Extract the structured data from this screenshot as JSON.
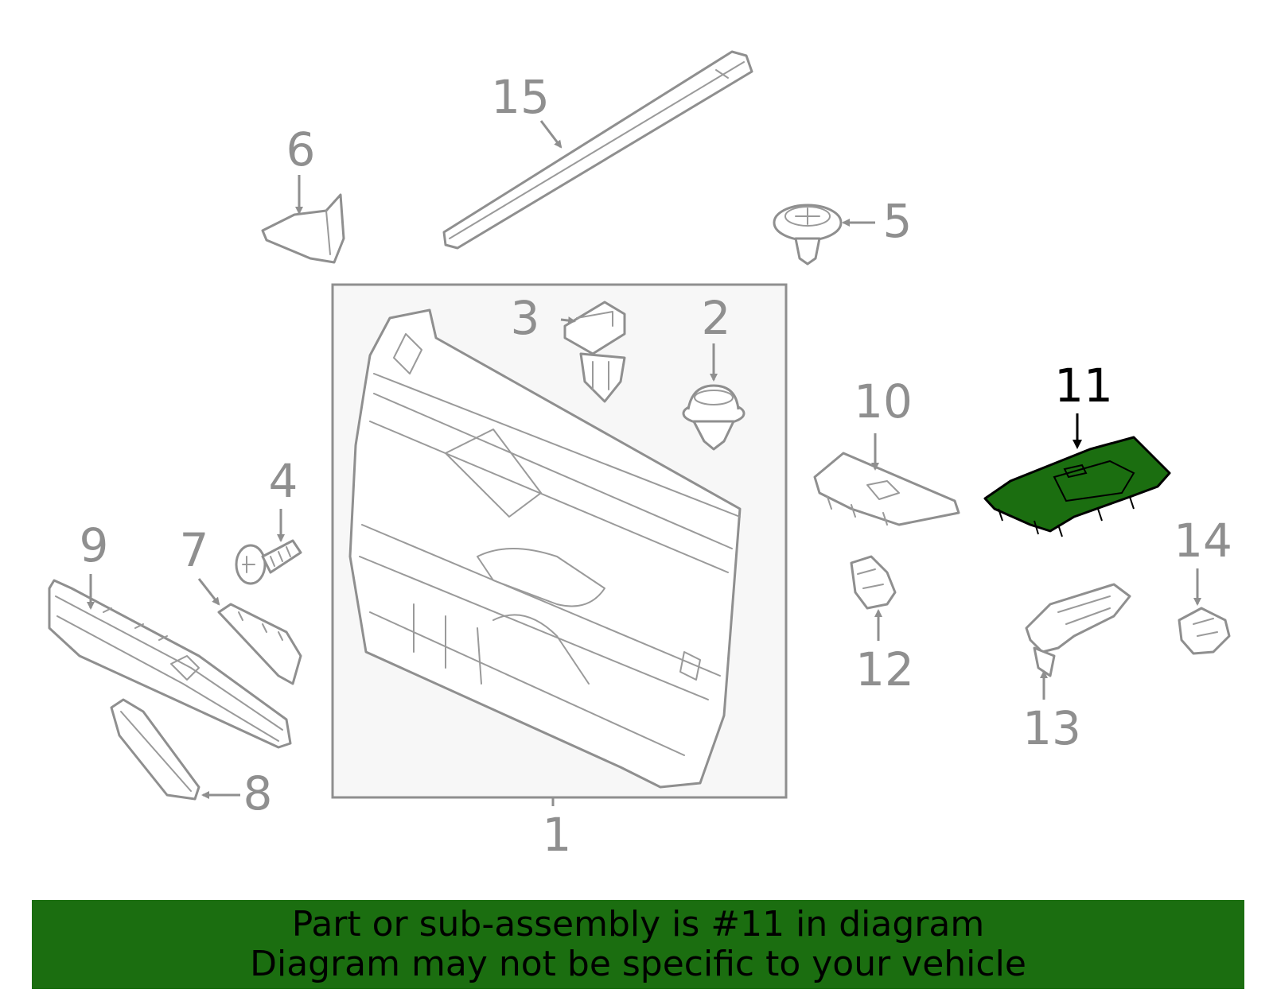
{
  "diagram": {
    "highlight_color": "#1b6e10",
    "callouts": {
      "c1": "1",
      "c2": "2",
      "c3": "3",
      "c4": "4",
      "c5": "5",
      "c6": "6",
      "c7": "7",
      "c8": "8",
      "c9": "9",
      "c10": "10",
      "c11": "11",
      "c12": "12",
      "c13": "13",
      "c14": "14",
      "c15": "15"
    },
    "highlighted_callout": "11"
  },
  "banner": {
    "line1": "Part or sub-assembly is #11 in diagram",
    "line2": "Diagram may not be specific to your vehicle",
    "background": "#1b6e10"
  }
}
